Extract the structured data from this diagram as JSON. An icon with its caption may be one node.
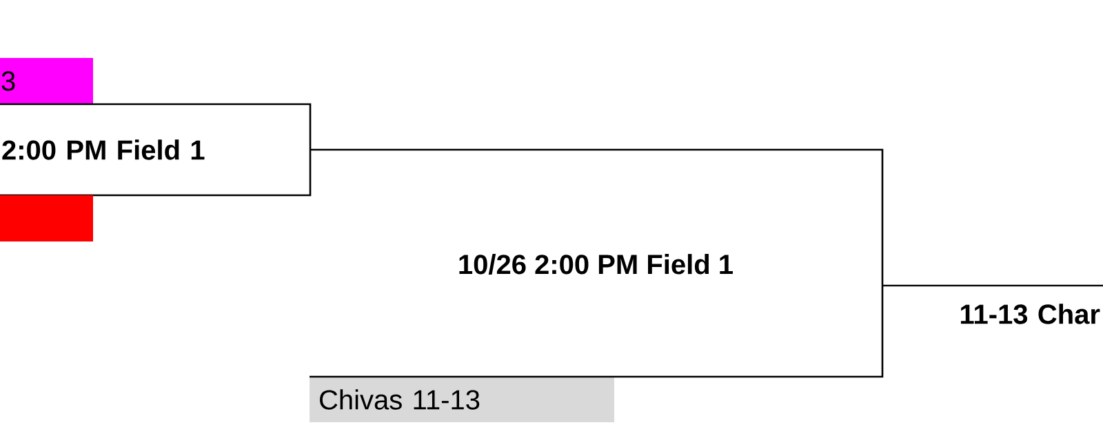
{
  "diagram": {
    "nodes": [
      {
        "text": [
          "3"
        ]
      },
      {
        "text": [
          "2:00 PM Field 1"
        ]
      },
      {
        "text": [],
        "shape": "box"
      },
      {
        "text": [
          "Chivas 11-13"
        ]
      },
      {
        "text": [
          "11-13 Char"
        ]
      }
    ],
    "edges": [
      {
        "from": 1,
        "to": 4,
        "arrow": "none"
      },
      {
        "from": 3,
        "to": 4,
        "arrow": "none"
      }
    ],
    "labels": [
      "10/26 2:00 PM Field 1"
    ]
  }
}
